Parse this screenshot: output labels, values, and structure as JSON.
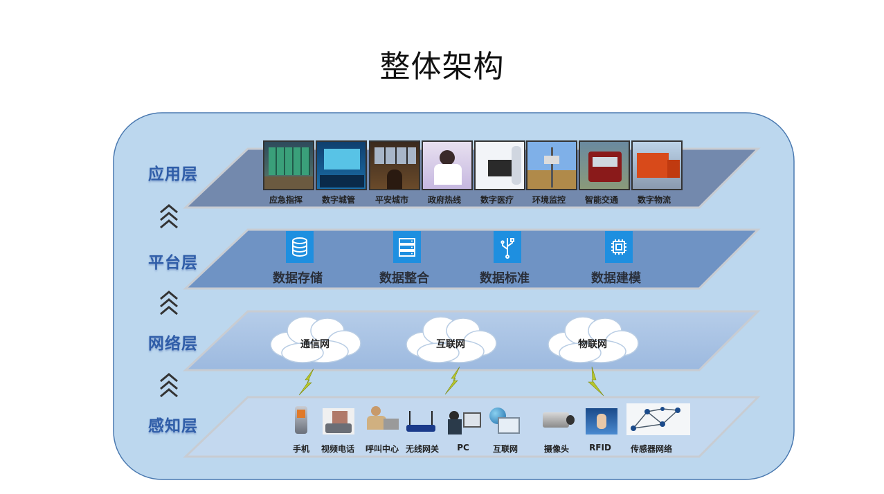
{
  "title": "整体架构",
  "colors": {
    "container_fill": "#bcd7ee",
    "container_stroke": "#4a79b0",
    "app_layer": "#7389ad",
    "platform_layer": "#6f93c4",
    "network_layer": "#a7c2e5",
    "perception_layer": "#bfd6ee",
    "icon_blue": "#1e8fe0",
    "label_blue": "#2f5da8"
  },
  "layers": {
    "application": {
      "label": "应用层",
      "items": [
        "应急指挥",
        "数字城管",
        "平安城市",
        "政府热线",
        "数字医疗",
        "环境监控",
        "智能交通",
        "数字物流"
      ]
    },
    "platform": {
      "label": "平台层",
      "items": [
        {
          "label": "数据存储",
          "icon": "database-icon"
        },
        {
          "label": "数据整合",
          "icon": "server-stack-icon"
        },
        {
          "label": "数据标准",
          "icon": "usb-icon"
        },
        {
          "label": "数据建模",
          "icon": "chip-icon"
        }
      ]
    },
    "network": {
      "label": "网络层",
      "items": [
        "通信网",
        "互联网",
        "物联网"
      ]
    },
    "perception": {
      "label": "感知层",
      "items": [
        "手机",
        "视频电话",
        "呼叫中心",
        "无线网关",
        "PC",
        "互联网",
        "摄像头",
        "RFID",
        "传感器网络"
      ]
    }
  }
}
